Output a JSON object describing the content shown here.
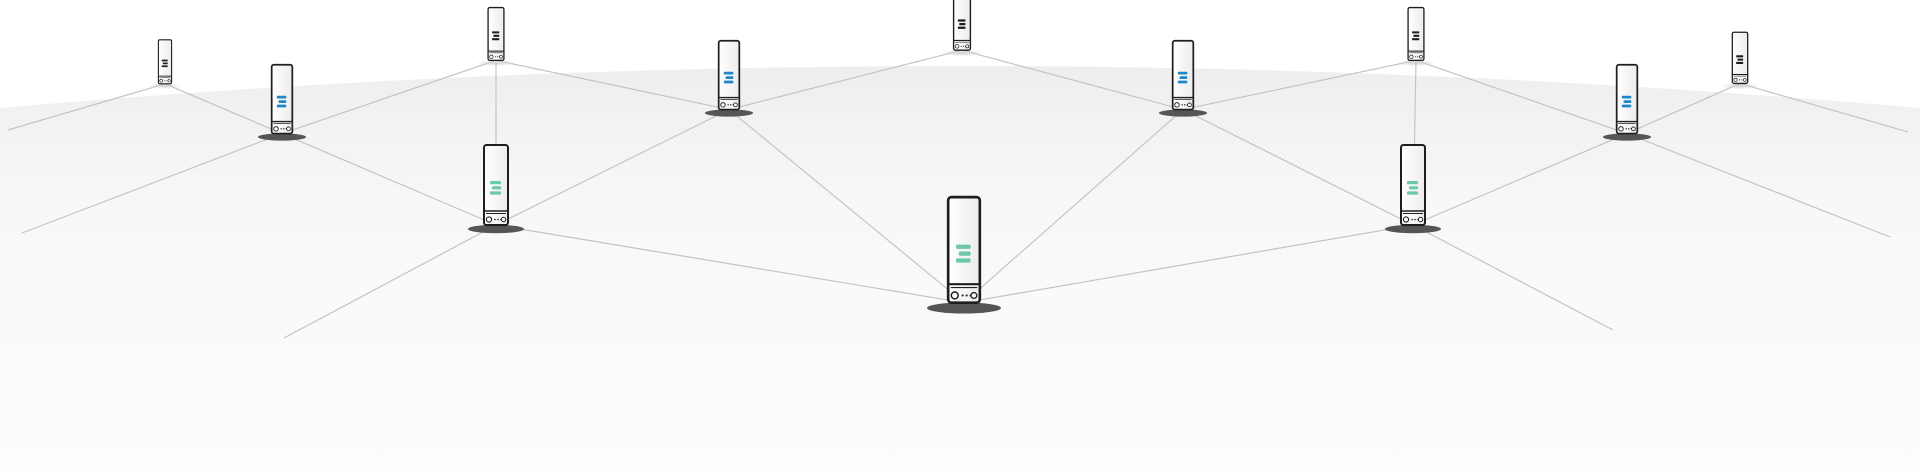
{
  "diagram": {
    "type": "network-topology",
    "colors": {
      "background": "#ffffff",
      "floor": "#f3f3f3",
      "link": "#c4c4c4",
      "device_outline": "#1e1e1e",
      "device_body": "#f7f7f7",
      "accent_blue": "#1f87c7",
      "accent_teal": "#6cc7ad",
      "accent_dark": "#1e1e1e",
      "base_dark": "#555555",
      "base_light": "#dedede"
    },
    "icon_semantics": {
      "device": "server-tower-icon",
      "indicator": "status-bars-icon",
      "base": "pedestal-shadow"
    },
    "nodes": [
      {
        "id": "n1",
        "tier": "back",
        "accent": "dark"
      },
      {
        "id": "n2",
        "tier": "back",
        "accent": "dark"
      },
      {
        "id": "n3",
        "tier": "back",
        "accent": "dark"
      },
      {
        "id": "n4",
        "tier": "back",
        "accent": "dark"
      },
      {
        "id": "n5",
        "tier": "back",
        "accent": "dark"
      },
      {
        "id": "n6",
        "tier": "middle",
        "accent": "blue"
      },
      {
        "id": "n7",
        "tier": "middle",
        "accent": "blue"
      },
      {
        "id": "n8",
        "tier": "middle",
        "accent": "blue"
      },
      {
        "id": "n9",
        "tier": "middle",
        "accent": "blue"
      },
      {
        "id": "n10",
        "tier": "front",
        "accent": "teal"
      },
      {
        "id": "n11",
        "tier": "front",
        "accent": "teal"
      },
      {
        "id": "n12",
        "tier": "front",
        "accent": "teal"
      }
    ],
    "links": [
      [
        "n1",
        "n6"
      ],
      [
        "n6",
        "n2"
      ],
      [
        "n2",
        "n7"
      ],
      [
        "n7",
        "n3"
      ],
      [
        "n3",
        "n8"
      ],
      [
        "n8",
        "n4"
      ],
      [
        "n4",
        "n9"
      ],
      [
        "n9",
        "n5"
      ],
      [
        "n2",
        "n10"
      ],
      [
        "n4",
        "n11"
      ],
      [
        "n6",
        "n10"
      ],
      [
        "n7",
        "n10"
      ],
      [
        "n7",
        "n12"
      ],
      [
        "n8",
        "n12"
      ],
      [
        "n8",
        "n11"
      ],
      [
        "n9",
        "n11"
      ],
      [
        "n10",
        "n12"
      ],
      [
        "n12",
        "n11"
      ]
    ],
    "edge_links": [
      "n1",
      "n6",
      "n10",
      "n5",
      "n9",
      "n11"
    ]
  }
}
